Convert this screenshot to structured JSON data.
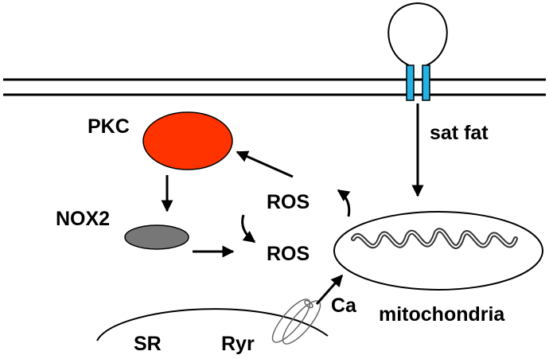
{
  "labels": {
    "pkc": "PKC",
    "nox2": "NOX2",
    "ros_upper": "ROS",
    "ros_lower": "ROS",
    "sat_fat": "sat fat",
    "mitochondria": "mitochondria",
    "ca": "Ca",
    "sr": "SR",
    "ryr": "Ryr"
  },
  "colors": {
    "pkc_fill": "#ff3300",
    "nox2_fill": "#777777",
    "channel_fill": "#22b4e6",
    "line": "#000000"
  }
}
